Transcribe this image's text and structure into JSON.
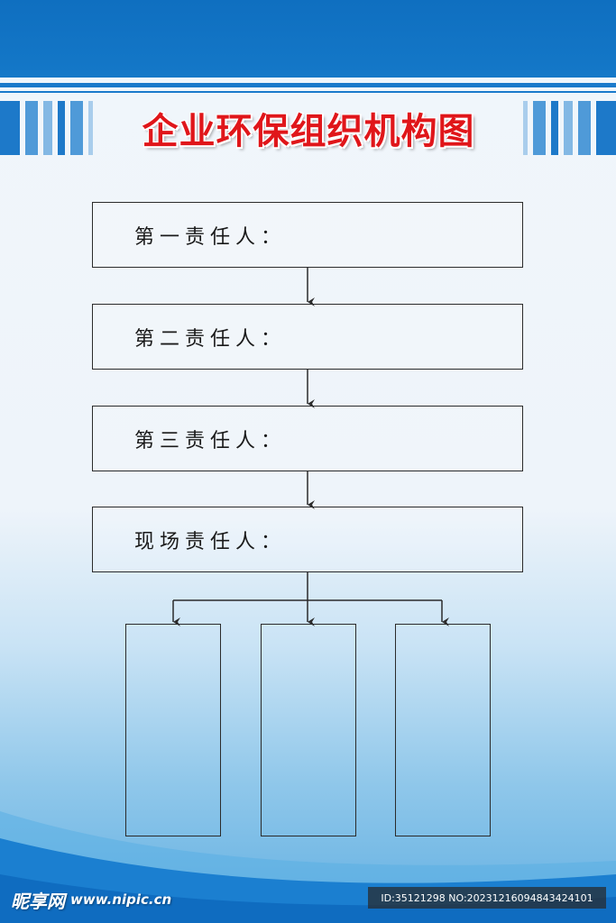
{
  "poster": {
    "title": "企业环保组织机构图",
    "colors": {
      "primary_blue": "#1478c8",
      "title_red": "#e0161a",
      "line": "#2b2b2b"
    }
  },
  "chain": [
    {
      "label": "第一责任人："
    },
    {
      "label": "第二责任人："
    },
    {
      "label": "第三责任人："
    },
    {
      "label": "现场责任人："
    }
  ],
  "sub_boxes": [
    {
      "label": ""
    },
    {
      "label": ""
    },
    {
      "label": ""
    }
  ],
  "watermark": {
    "logo_text": "昵享网",
    "url": "www.nipic.cn",
    "id_text": "ID:35121298 NO:20231216094843424101"
  }
}
